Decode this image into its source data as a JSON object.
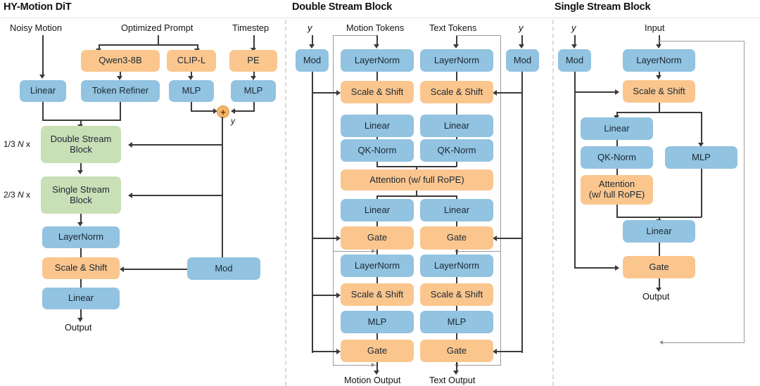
{
  "panels": {
    "left": {
      "title": "HY-Motion DiT"
    },
    "middle": {
      "title": "Double Stream Block"
    },
    "right": {
      "title": "Single Stream Block"
    }
  },
  "colors": {
    "blue": "#92c3e0",
    "orange": "#fac68e",
    "green": "#c9dfb6",
    "line": "#3a3a3a",
    "line_faint": "#9a9a9a",
    "plus_fill": "#f5b468",
    "background": "#ffffff",
    "divider": "#d9d9d9"
  },
  "left_panel": {
    "inputs": {
      "noisy_motion": "Noisy Motion",
      "optimized_prompt": "Optimized Prompt",
      "timestep": "Timestep"
    },
    "nodes": {
      "qwen": "Qwen3-8B",
      "clip": "CLIP-L",
      "pe": "PE",
      "linear_in": "Linear",
      "token_refiner": "Token Refiner",
      "mlp_clip": "MLP",
      "mlp_pe": "MLP",
      "double_stream": "Double Stream\nBlock",
      "single_stream": "Single Stream\nBlock",
      "layernorm": "LayerNorm",
      "scale_shift": "Scale & Shift",
      "linear_out": "Linear",
      "mod": "Mod"
    },
    "repeat_labels": {
      "double": {
        "frac": "1/3 ",
        "n": "N",
        "x": " x"
      },
      "single": {
        "frac": "2/3 ",
        "n": "N",
        "x": " x"
      }
    },
    "plus_symbol": "+",
    "y_label": "y",
    "output": "Output"
  },
  "middle_panel": {
    "inputs": {
      "y_left": "y",
      "motion_tokens": "Motion Tokens",
      "text_tokens": "Text Tokens",
      "y_right": "y"
    },
    "mod_left": "Mod",
    "mod_right": "Mod",
    "motion_column": [
      "LayerNorm",
      "Scale & Shift",
      "Linear",
      "QK-Norm"
    ],
    "text_column": [
      "LayerNorm",
      "Scale & Shift",
      "Linear",
      "QK-Norm"
    ],
    "attention": "Attention (w/ full RoPE)",
    "motion_column_2": [
      "Linear",
      "Gate",
      "LayerNorm",
      "Scale & Shift",
      "MLP",
      "Gate"
    ],
    "text_column_2": [
      "Linear",
      "Gate",
      "LayerNorm",
      "Scale & Shift",
      "MLP",
      "Gate"
    ],
    "outputs": {
      "motion_output": "Motion Output",
      "text_output": "Text Output"
    }
  },
  "right_panel": {
    "inputs": {
      "y": "y",
      "input": "Input"
    },
    "mod": "Mod",
    "nodes": {
      "layernorm": "LayerNorm",
      "scale_shift": "Scale & Shift",
      "linear_q": "Linear",
      "qk_norm": "QK-Norm",
      "attention": "Attention\n(w/ full RoPE)",
      "mlp": "MLP",
      "linear_out": "Linear",
      "gate": "Gate"
    },
    "output": "Output"
  }
}
